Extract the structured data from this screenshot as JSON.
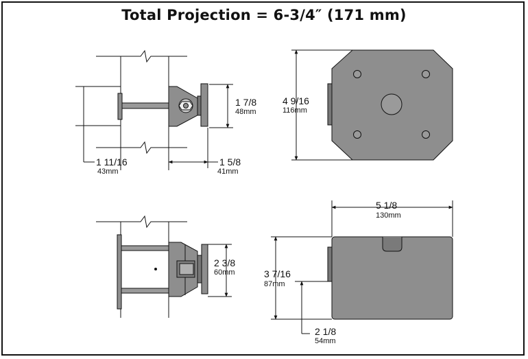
{
  "title": "Total Projection = 6-3/4″ (171 mm)",
  "colors": {
    "body": "#8e8e8e",
    "body_dark": "#6f6f6f",
    "line": "#111111",
    "background": "#ffffff"
  },
  "dimensions": {
    "side_top_height": {
      "inch": "1 7/8",
      "mm": "48mm"
    },
    "side_top_left": {
      "inch": "1 11/16",
      "mm": "43mm"
    },
    "side_top_right": {
      "inch": "1 5/8",
      "mm": "41mm"
    },
    "front_height": {
      "inch": "4 9/16",
      "mm": "116mm"
    },
    "bottom_width": {
      "inch": "5 1/8",
      "mm": "130mm"
    },
    "bottom_height": {
      "inch": "3 7/16",
      "mm": "87mm"
    },
    "bottom_lower": {
      "inch": "2 1/8",
      "mm": "54mm"
    },
    "side_bottom_height": {
      "inch": "2 3/8",
      "mm": "60mm"
    }
  }
}
